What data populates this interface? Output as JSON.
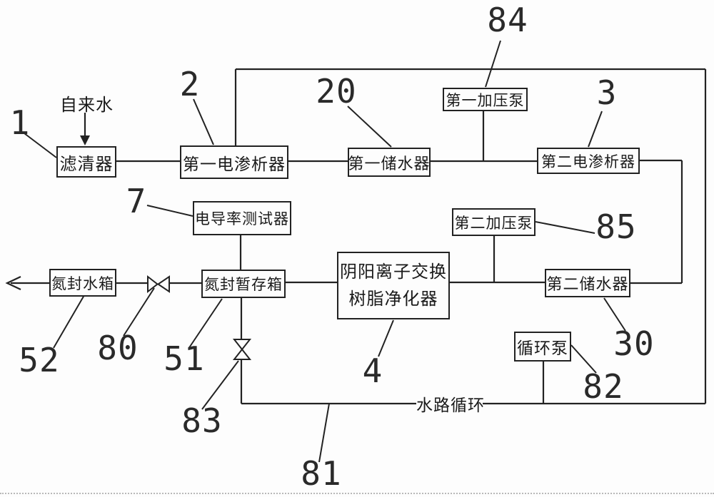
{
  "diagram": {
    "colors": {
      "line": "#222222",
      "background": "#fdfdfd"
    },
    "boxes": {
      "filter": {
        "label": "滤清器",
        "ref": "1"
      },
      "ed1": {
        "label": "第一电渗析器",
        "ref": "2"
      },
      "tank1": {
        "label": "第一储水器",
        "ref": "20"
      },
      "pump1": {
        "label": "第一加压泵",
        "ref": "84"
      },
      "ed2": {
        "label": "第二电渗析器",
        "ref": "3"
      },
      "cond": {
        "label": "电导率测试器",
        "ref": "7"
      },
      "pump2": {
        "label": "第二加压泵",
        "ref": "85"
      },
      "tank2": {
        "label": "第二储水器",
        "ref": "30"
      },
      "resin": {
        "line1": "阴阳离子交换",
        "line2": "树脂净化器",
        "ref": "4"
      },
      "n2tank": {
        "label": "氮封水箱",
        "ref": "52"
      },
      "n2buffer": {
        "label": "氮封暂存箱",
        "ref": "51"
      },
      "circpump": {
        "label": "循环泵",
        "ref": "82"
      }
    },
    "refs": {
      "r1": "1",
      "r2": "2",
      "r20": "20",
      "r3": "3",
      "r84": "84",
      "r7": "7",
      "r85": "85",
      "r30": "30",
      "r82": "82",
      "r4": "4",
      "r52": "52",
      "r80": "80",
      "r51": "51",
      "r83": "83",
      "r81": "81"
    },
    "annotations": {
      "tap_water": "自来水",
      "water_loop": "水路循环"
    }
  }
}
